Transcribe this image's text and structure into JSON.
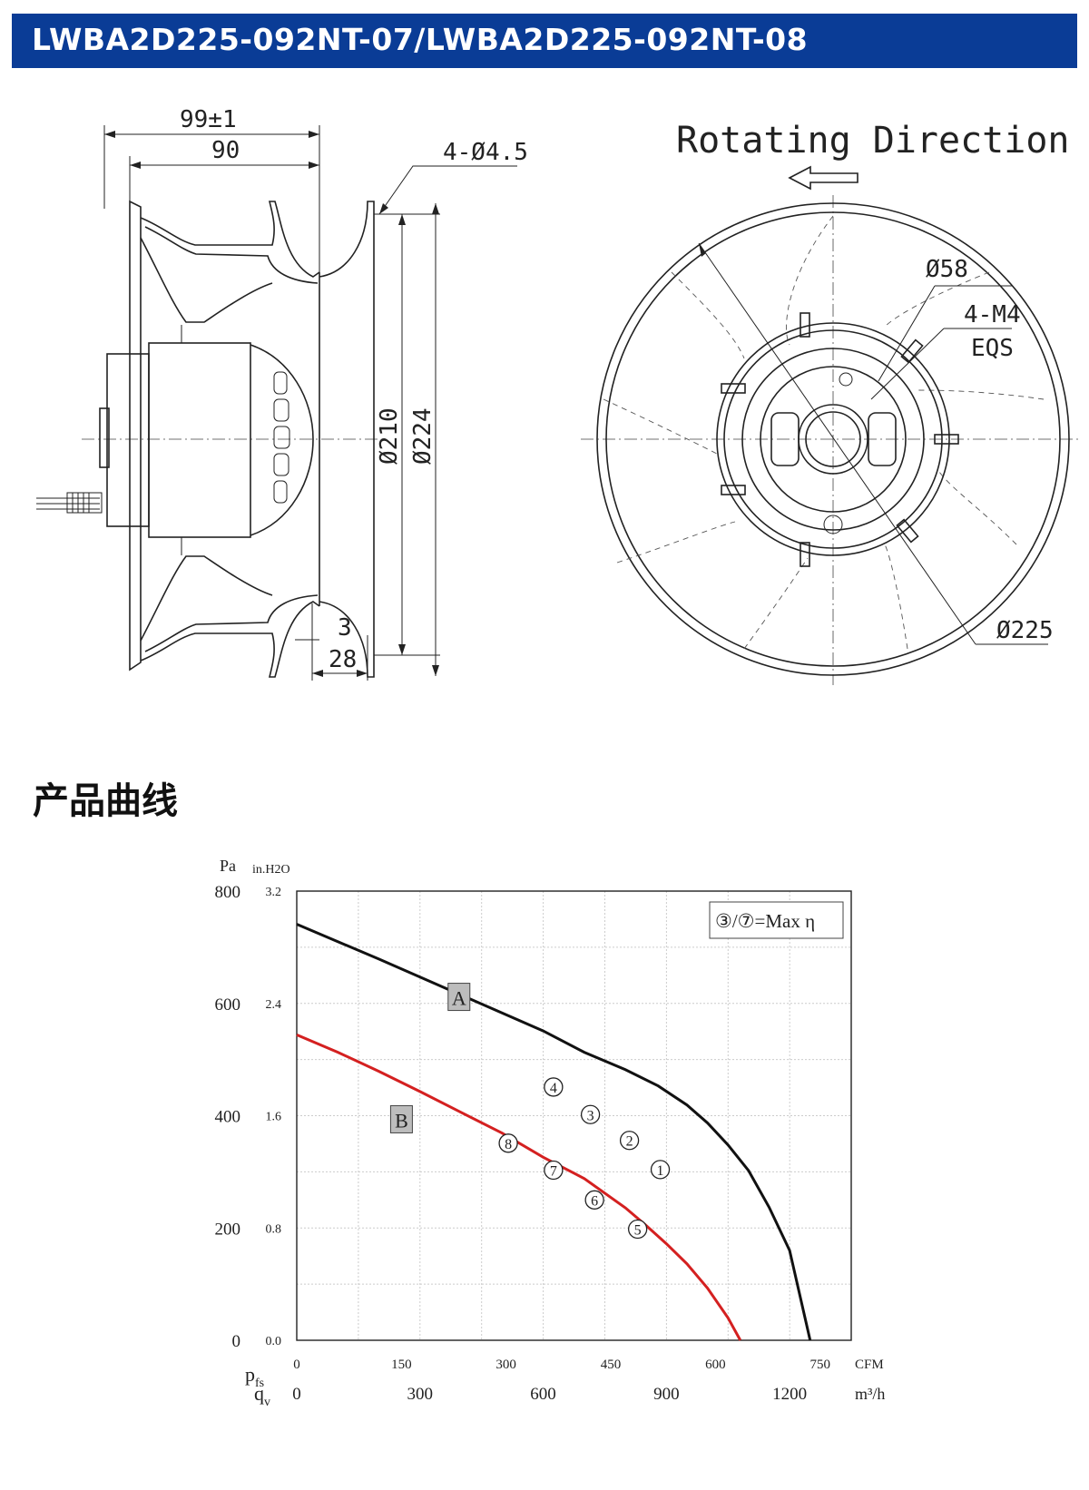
{
  "header": {
    "title": "LWBA2D225-092NT-07/LWBA2D225-092NT-08"
  },
  "drawing": {
    "dims": {
      "overall_width": "99±1",
      "width": "90",
      "holes": "4-Ø4.5",
      "d210": "Ø210",
      "d224": "Ø224",
      "d3": "3",
      "d28": "28",
      "d58": "Ø58",
      "m4": "4-M4",
      "eqs": "EQS",
      "d225": "Ø225"
    },
    "rotating_direction": "Rotating Direction"
  },
  "section": {
    "title": "产品曲线"
  },
  "chart_data": {
    "type": "line",
    "unit_pa": "Pa",
    "unit_inh2o": "in.H2O",
    "y_ticks_pa": [
      "0",
      "200",
      "400",
      "600",
      "800"
    ],
    "y_ticks_inh2o": [
      "0.0",
      "0.8",
      "1.6",
      "2.4",
      "3.2"
    ],
    "ylabel_symbol": "p",
    "ylabel_sub": "fs",
    "xlabel_symbol": "q",
    "xlabel_sub": "v",
    "x_ticks_cfm": [
      "0",
      "150",
      "300",
      "450",
      "600",
      "750"
    ],
    "x_unit_cfm": "CFM",
    "x_ticks_m3h": [
      "0",
      "300",
      "600",
      "900",
      "1200"
    ],
    "x_unit_m3h": "m³/h",
    "xlim_m3h": [
      0,
      1350
    ],
    "ylim_pa": [
      0,
      800
    ],
    "legend_note": "③/⑦=Max η",
    "legend_position": "top-right",
    "grid": true,
    "series": [
      {
        "name": "A",
        "color": "#111111",
        "x": [
          0,
          200,
          400,
          600,
          700,
          800,
          880,
          950,
          1000,
          1050,
          1100,
          1150,
          1200,
          1250
        ],
        "y": [
          741,
          679,
          615,
          551,
          513,
          482,
          453,
          419,
          387,
          348,
          302,
          237,
          160,
          0
        ],
        "markers": [
          {
            "label": "4",
            "x": 625,
            "y": 451
          },
          {
            "label": "3",
            "x": 715,
            "y": 402
          },
          {
            "label": "2",
            "x": 810,
            "y": 356
          },
          {
            "label": "1",
            "x": 885,
            "y": 304
          }
        ]
      },
      {
        "name": "B",
        "color": "#d42020",
        "x": [
          0,
          100,
          200,
          300,
          400,
          500,
          600,
          700,
          800,
          850,
          900,
          950,
          1000,
          1050,
          1080
        ],
        "y": [
          544,
          513,
          479,
          443,
          406,
          369,
          326,
          288,
          236,
          205,
          172,
          136,
          93,
          40,
          0
        ],
        "markers": [
          {
            "label": "8",
            "x": 515,
            "y": 351
          },
          {
            "label": "7",
            "x": 625,
            "y": 303
          },
          {
            "label": "6",
            "x": 725,
            "y": 250
          },
          {
            "label": "5",
            "x": 830,
            "y": 198
          }
        ]
      }
    ],
    "series_label_positions": {
      "A": {
        "x": 395,
        "y": 610
      },
      "B": {
        "x": 255,
        "y": 392
      }
    }
  }
}
